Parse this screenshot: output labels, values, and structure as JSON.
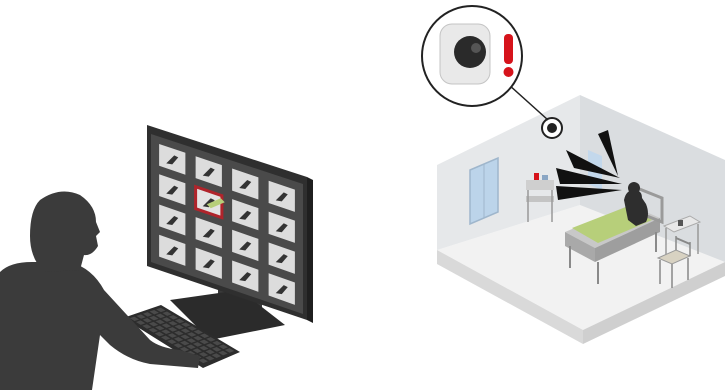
{
  "scene": {
    "operator": {
      "name": "operator-silhouette"
    },
    "monitor": {
      "grid_rows": 4,
      "grid_cols": 4,
      "alert_tile": {
        "row": 1,
        "col": 1
      },
      "alert_color": "#b0242b"
    },
    "camera_callout": {
      "icon": "dome-camera-icon",
      "alert_icon": "exclamation-icon",
      "alert_color": "#d6131b"
    },
    "room": {
      "items": [
        "window",
        "iv-cart",
        "hospital-bed",
        "patient",
        "side-table",
        "chair",
        "wall-camera",
        "sound-waves"
      ],
      "accent_green": "#b7cf7a"
    }
  }
}
